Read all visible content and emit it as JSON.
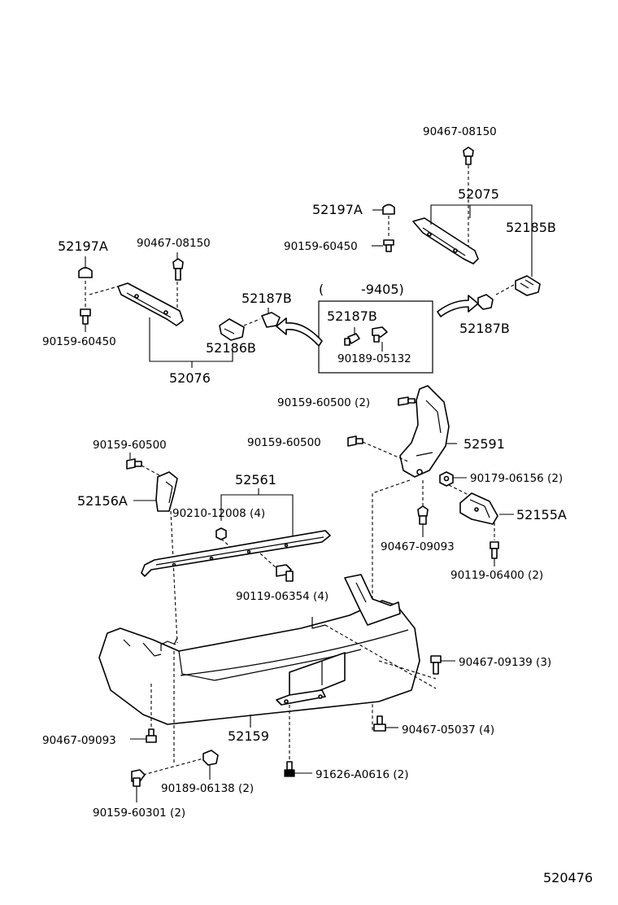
{
  "labels": {
    "p_90467_08150_top": "90467-08150",
    "p_52075": "52075",
    "p_52197A_right": "52197A",
    "p_52185B": "52185B",
    "p_90159_60450_right": "90159-60450",
    "p_52197A_left": "52197A",
    "p_90467_08150_left": "90467-08150",
    "p_52187B_a": "52187B",
    "p_9405": "(         -9405)",
    "p_52187B_box": "52187B",
    "p_90189_05132": "90189-05132",
    "p_52187B_right": "52187B",
    "p_52186B": "52186B",
    "p_90159_60450_left": "90159-60450",
    "p_52076": "52076",
    "p_90159_60500_2": "90159-60500 (2)",
    "p_90159_60500_mid": "90159-60500",
    "p_52591": "52591",
    "p_90159_60500_left": "90159-60500",
    "p_52561": "52561",
    "p_52156A": "52156A",
    "p_90210_12008": "90210-12008 (4)",
    "p_90179_06156": "90179-06156 (2)",
    "p_52155A": "52155A",
    "p_90467_09093_mid": "90467-09093",
    "p_90119_06400": "90119-06400 (2)",
    "p_90119_06354": "90119-06354 (4)",
    "p_90467_09139": "90467-09139 (3)",
    "p_90467_05037": "90467-05037 (4)",
    "p_90467_09093_left": "90467-09093",
    "p_52159": "52159",
    "p_91626_A0616": "91626-A0616 (2)",
    "p_90189_06138": "90189-06138 (2)",
    "p_90159_60301": "90159-60301 (2)",
    "p_520476": "520476"
  }
}
